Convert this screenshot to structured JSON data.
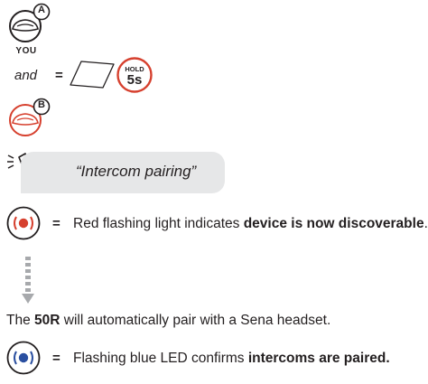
{
  "device_a": {
    "badge": "A",
    "caption": "YOU"
  },
  "step1": {
    "and_label": "and",
    "equals": "=",
    "hold_top": "HOLD",
    "hold_value": "5s"
  },
  "device_b": {
    "badge": "B"
  },
  "voice": {
    "prompt": "“Intercom pairing”"
  },
  "red_status": {
    "equals": "=",
    "text_plain": "Red flashing light indicates ",
    "text_bold": "device is now discoverable",
    "text_end": "."
  },
  "auto_pair": {
    "text_before": "The ",
    "model": "50R",
    "text_after": " will automatically pair with a Sena headset."
  },
  "blue_status": {
    "equals": "=",
    "text_plain": "Flashing blue LED confirms ",
    "text_bold": "intercoms are paired."
  },
  "colors": {
    "red": "#d6402e",
    "blue": "#2a4fa0",
    "ink": "#231f20",
    "bubble": "#e6e7e8",
    "arrow": "#a7a9ac"
  },
  "icons": [
    "headset-device-icon",
    "badge-a-icon",
    "badge-b-icon",
    "button-press-icon",
    "hold-icon",
    "speaker-icon",
    "red-led-icon",
    "down-arrow-icon",
    "blue-led-icon"
  ]
}
